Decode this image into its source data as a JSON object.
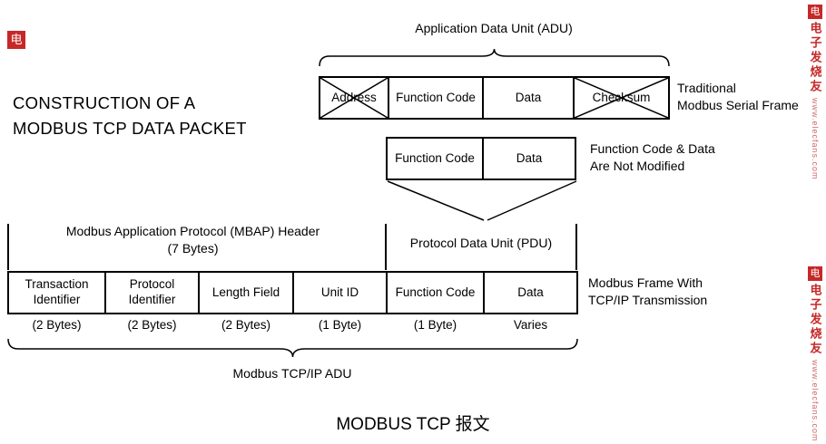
{
  "page": {
    "title_line1": "CONSTRUCTION OF A",
    "title_line2": "MODBUS TCP DATA PACKET",
    "bottom_title": "MODBUS TCP 报文"
  },
  "adu": {
    "label": "Application Data Unit (ADU)"
  },
  "serial_frame": {
    "cells": [
      {
        "label": "Address",
        "crossed": true
      },
      {
        "label": "Function Code",
        "crossed": false
      },
      {
        "label": "Data",
        "crossed": false
      },
      {
        "label": "Checksum",
        "crossed": true
      }
    ],
    "caption_line1": "Traditional",
    "caption_line2": "Modbus Serial Frame"
  },
  "pdu_frame": {
    "cells": [
      {
        "label": "Function Code"
      },
      {
        "label": "Data"
      }
    ],
    "caption_line1": "Function Code & Data",
    "caption_line2": "Are Not Modified"
  },
  "mbap": {
    "label_line1": "Modbus Application Protocol (MBAP) Header",
    "label_line2": "(7 Bytes)",
    "pdu_label": "Protocol Data Unit (PDU)"
  },
  "tcp_frame": {
    "cells": [
      {
        "label": "Transaction Identifier",
        "size": "(2 Bytes)"
      },
      {
        "label": "Protocol Identifier",
        "size": "(2 Bytes)"
      },
      {
        "label": "Length Field",
        "size": "(2 Bytes)"
      },
      {
        "label": "Unit ID",
        "size": "(1 Byte)"
      },
      {
        "label": "Function Code",
        "size": "(1 Byte)"
      },
      {
        "label": "Data",
        "size": "Varies"
      }
    ],
    "caption_line1": "Modbus Frame With",
    "caption_line2": "TCP/IP Transmission",
    "adu_label": "Modbus TCP/IP ADU"
  },
  "watermark": {
    "brand": "电子发烧友",
    "url": "www.elecfans.com",
    "square_glyph": "电",
    "color": "#c62828"
  }
}
